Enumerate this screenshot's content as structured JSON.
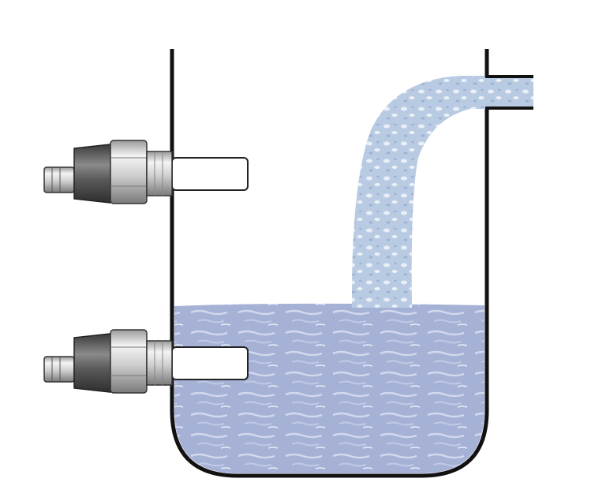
{
  "diagram": {
    "kind": "tank level sensing illustration",
    "colors": {
      "background": "#ffffff",
      "tank_wall": "#111111",
      "liquid": "#a6b1d6",
      "liquid_light": "#dde3f3",
      "stream": "#b9cbe2",
      "stream_light": "#eef3fa",
      "probe_tip": "#ffffff",
      "sensor_cap": "#555555",
      "sensor_metal": "#d6d6d6"
    },
    "components": [
      {
        "id": "sensor-upper",
        "state": "dry"
      },
      {
        "id": "sensor-lower",
        "state": "immersed"
      },
      {
        "id": "inlet-pipe",
        "state": "filling"
      }
    ]
  }
}
